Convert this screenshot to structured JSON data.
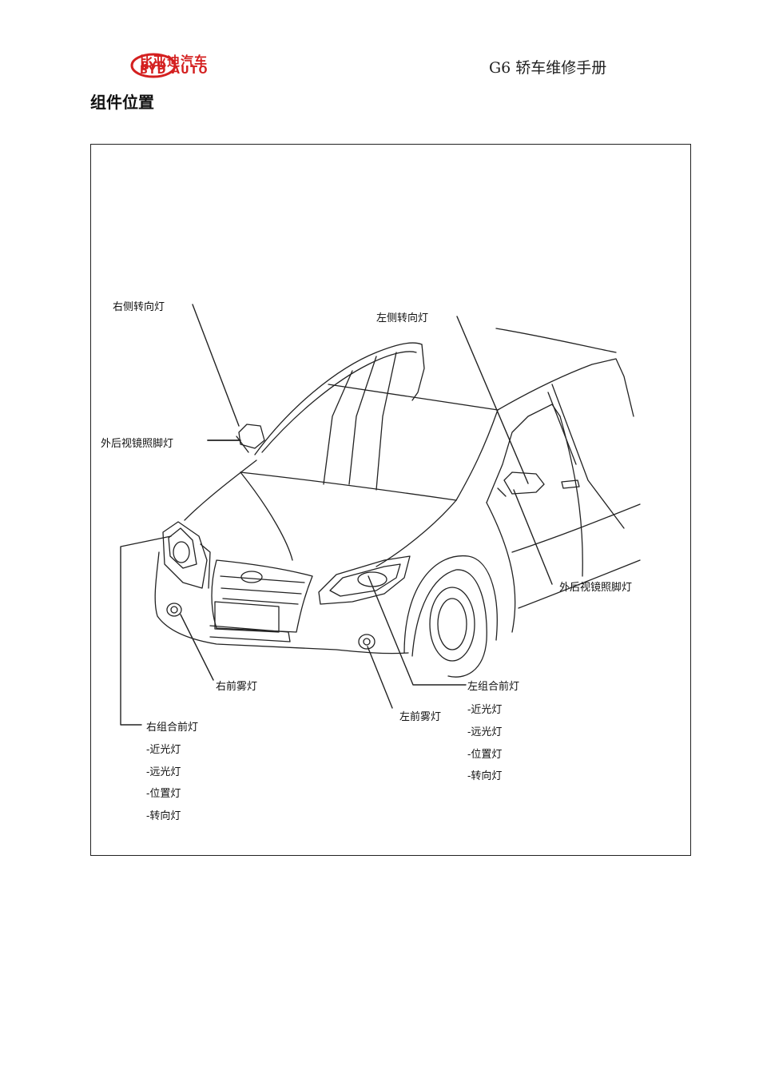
{
  "header": {
    "brand_cn": "比亚迪汽车",
    "brand_en": "BYD AUTO",
    "logo_text": "BYD",
    "manual_title": "G6 轿车维修手册",
    "brand_color": "#d42020"
  },
  "section_title": "组件位置",
  "figure": {
    "labels": {
      "right_side_turn": "右侧转向灯",
      "left_side_turn": "左侧转向灯",
      "right_mirror_puddle": "外后视镜照脚灯",
      "left_mirror_puddle": "外后视镜照脚灯",
      "right_fog": "右前雾灯",
      "left_fog": "左前雾灯",
      "left_headlamp": "左组合前灯",
      "right_headlamp": "右组合前灯"
    },
    "left_headlamp_parts": [
      "-近光灯",
      "-远光灯",
      "-位置灯",
      "-转向灯"
    ],
    "right_headlamp_parts": [
      "-近光灯",
      "-远光灯",
      "-位置灯",
      "-转向灯"
    ]
  }
}
